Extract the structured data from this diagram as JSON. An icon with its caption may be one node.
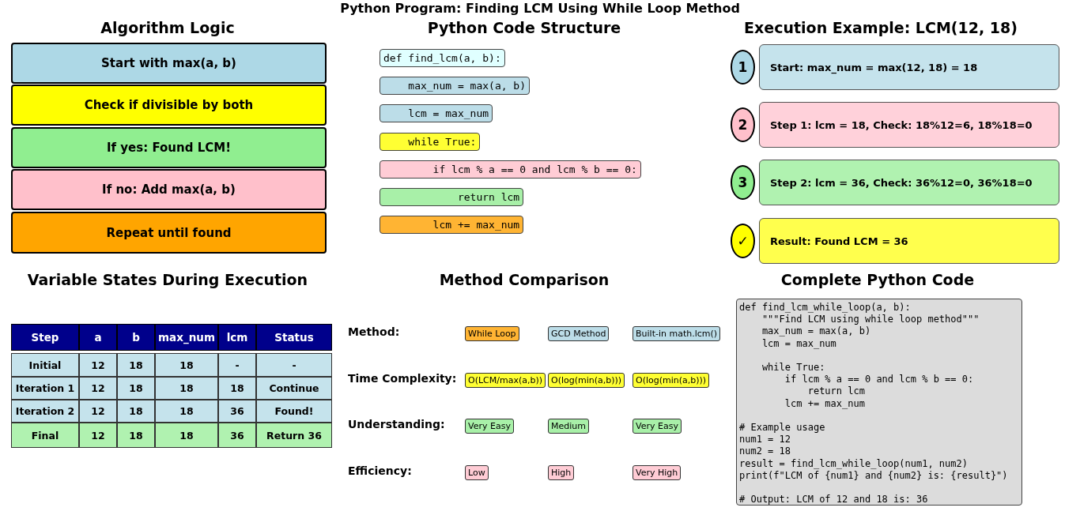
{
  "diagram": {
    "title": "Python Program: Finding LCM Using While Loop Method",
    "nodes": [
      {
        "text": [
          "Start with max(a, b)"
        ]
      },
      {
        "text": [
          "Check if divisible by both"
        ]
      },
      {
        "text": [
          "If yes: Found LCM!"
        ]
      },
      {
        "text": [
          "If no: Add max(a, b)"
        ]
      },
      {
        "text": [
          "Repeat until found"
        ]
      },
      {
        "text": [
          "def find_lcm(a, b):"
        ]
      },
      {
        "text": [
          "    max_num = max(a, b)"
        ]
      },
      {
        "text": [
          "    lcm = max_num"
        ]
      },
      {
        "text": [
          "    while True:"
        ]
      },
      {
        "text": [
          "        if lcm % a == 0 and lcm % b == 0:"
        ]
      },
      {
        "text": [
          "            return lcm"
        ]
      },
      {
        "text": [
          "        lcm += max_num"
        ]
      },
      {
        "text": [
          "1"
        ]
      },
      {
        "text": [
          "Start: max_num = max(12, 18) = 18"
        ]
      },
      {
        "text": [
          "2"
        ]
      },
      {
        "text": [
          "Step 1: lcm = 18, Check: 18%12=6, 18%18=0"
        ]
      },
      {
        "text": [
          "3"
        ]
      },
      {
        "text": [
          "Step 2: lcm = 36, Check: 36%12=0, 36%18=0"
        ]
      },
      {
        "text": [
          "✓"
        ]
      },
      {
        "text": [
          "Result: Found LCM = 36"
        ]
      },
      {
        "text": [
          "While Loop"
        ]
      },
      {
        "text": [
          "GCD Method"
        ]
      },
      {
        "text": [
          "Built-in math.lcm()"
        ]
      },
      {
        "text": [
          "O(LCM/max(a,b))"
        ]
      },
      {
        "text": [
          "O(log(min(a,b)))"
        ]
      },
      {
        "text": [
          "O(log(min(a,b)))"
        ]
      },
      {
        "text": [
          "Very Easy"
        ]
      },
      {
        "text": [
          "Medium"
        ]
      },
      {
        "text": [
          "Very Easy"
        ]
      },
      {
        "text": [
          "Low"
        ]
      },
      {
        "text": [
          "High"
        ]
      },
      {
        "text": [
          "Very High"
        ]
      },
      {
        "text": [
          "def find_lcm_while_loop(a, b):",
          "    \"\"\"Find LCM using while loop method\"\"\"",
          "    max_num = max(a, b)",
          "    lcm = max_num",
          "    while True:",
          "        if lcm % a == 0 and lcm % b == 0:",
          "            return lcm",
          "        lcm += max_num",
          "# Example usage",
          "num1 = 12",
          "num2 = 18",
          "result = find_lcm_while_loop(num1, num2)",
          "print(f\"LCM of {num1} and {num2} is: {result}\")",
          "# Output: LCM of 12 and 18 is: 36"
        ]
      }
    ],
    "labels": [
      "Algorithm Logic",
      "Python Code Structure",
      "Execution Example: LCM(12, 18)",
      "Variable States During Execution",
      "Step",
      "a",
      "b",
      "max_num",
      "lcm",
      "Status",
      "Initial",
      "12",
      "18",
      "18",
      "-",
      "-",
      "Iteration 1",
      "12",
      "18",
      "18",
      "18",
      "Continue",
      "Iteration 2",
      "12",
      "18",
      "18",
      "36",
      "Found!",
      "Final",
      "12",
      "18",
      "18",
      "36",
      "Return 36",
      "Method Comparison",
      "Method:",
      "Time Complexity:",
      "Understanding:",
      "Efficiency:",
      "Complete Python Code"
    ]
  }
}
